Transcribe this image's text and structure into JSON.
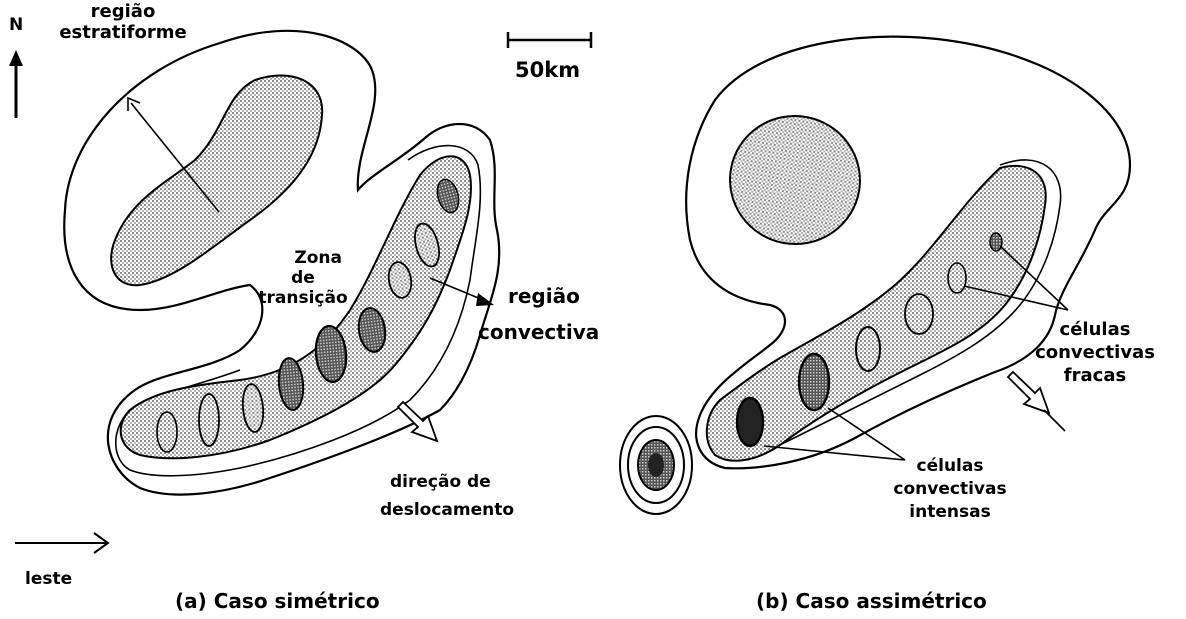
{
  "colors": {
    "ink": "#000000",
    "stipple": "#9a9a9a",
    "background": "#ffffff"
  },
  "compass": {
    "letter": "N",
    "icon": "north-arrow-icon"
  },
  "scale_bar": {
    "label": "50km",
    "icon": "scale-bar-icon"
  },
  "east_indicator": {
    "label": "leste",
    "icon": "east-arrow-icon"
  },
  "panel_a": {
    "caption": "(a) Caso simétrico",
    "stratiform_label": [
      "região",
      "estratiforme"
    ],
    "transition_label": [
      "Zona",
      "de",
      "transição"
    ],
    "convective_label": [
      "região",
      "convectiva"
    ],
    "motion_label": [
      "direção de",
      "deslocamento"
    ],
    "convective_cells": 9
  },
  "panel_b": {
    "caption": "(b) Caso assimétrico",
    "weak_cells_label": [
      "células",
      "convectivas",
      "fracas"
    ],
    "intense_cells_label": [
      "células",
      "convectivas",
      "intensas"
    ],
    "convective_cells": 6
  }
}
